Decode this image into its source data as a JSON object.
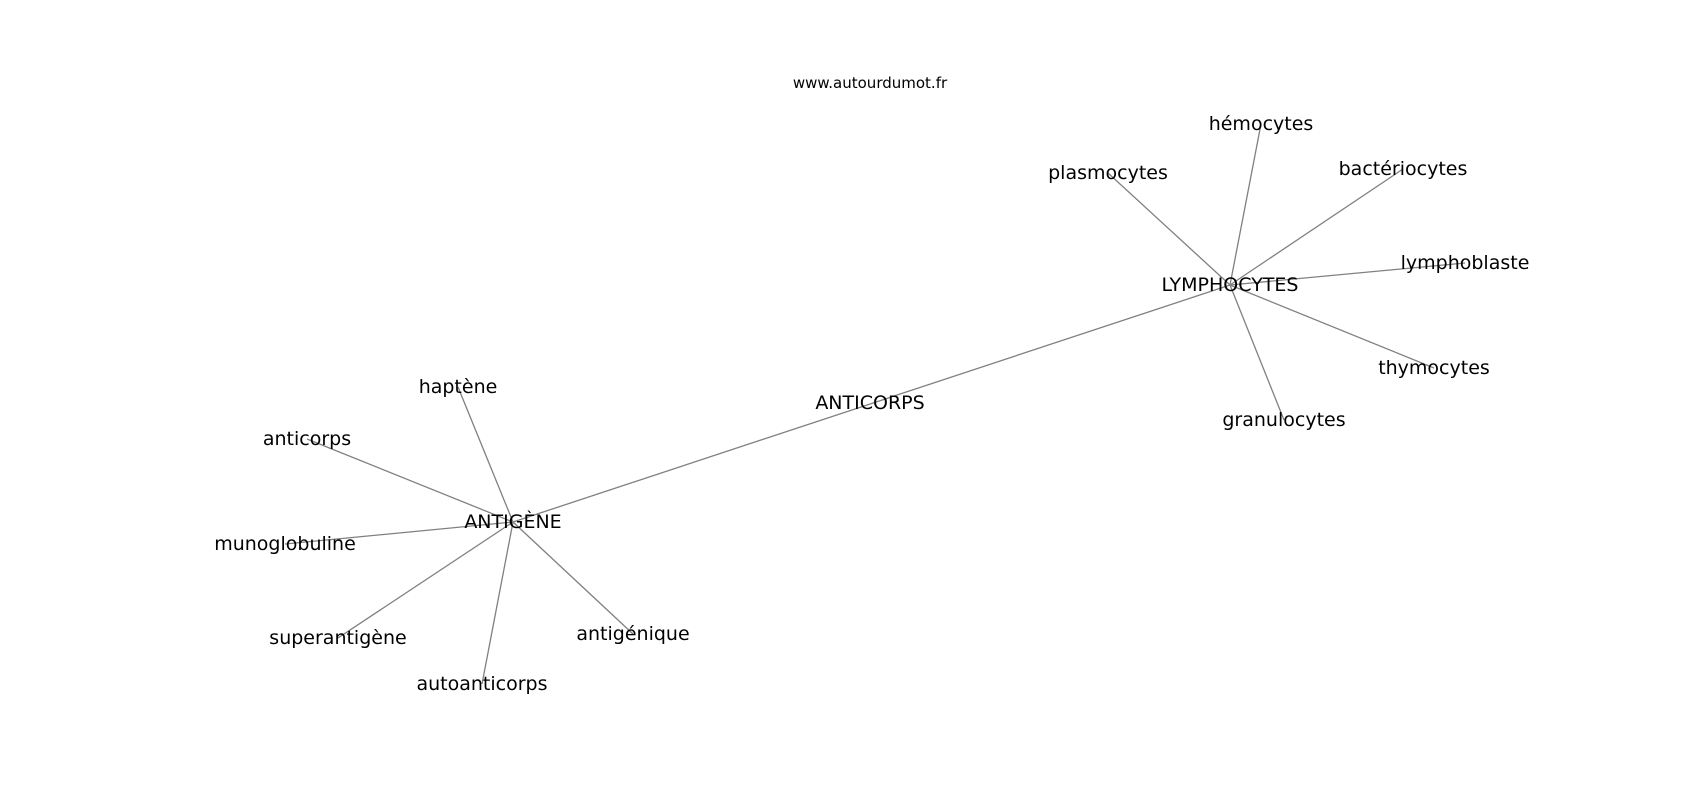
{
  "watermark": "www.autourdumot.fr",
  "colors": {
    "edge": "#808080",
    "text": "#000000",
    "background": "#ffffff"
  },
  "nodes": [
    {
      "id": "anticorps-center",
      "label": "ANTICORPS"
    },
    {
      "id": "lymphocytes",
      "label": "LYMPHOCYTES"
    },
    {
      "id": "antigene",
      "label": "ANTIGÈNE"
    },
    {
      "id": "hemocytes",
      "label": "hémocytes"
    },
    {
      "id": "plasmocytes",
      "label": "plasmocytes"
    },
    {
      "id": "bacteriocytes",
      "label": "bactériocytes"
    },
    {
      "id": "lymphoblaste",
      "label": "lymphoblaste"
    },
    {
      "id": "thymocytes",
      "label": "thymocytes"
    },
    {
      "id": "granulocytes",
      "label": "granulocytes"
    },
    {
      "id": "haptene",
      "label": "haptène"
    },
    {
      "id": "anticorps",
      "label": "anticorps"
    },
    {
      "id": "munoglobuline",
      "label": "munoglobuline"
    },
    {
      "id": "superantigene",
      "label": "superantigène"
    },
    {
      "id": "autoanticorps",
      "label": "autoanticorps"
    },
    {
      "id": "antigenique",
      "label": "antigénique"
    }
  ],
  "edges": [
    [
      "antigene",
      "lymphocytes"
    ],
    [
      "lymphocytes",
      "hemocytes"
    ],
    [
      "lymphocytes",
      "plasmocytes"
    ],
    [
      "lymphocytes",
      "bacteriocytes"
    ],
    [
      "lymphocytes",
      "lymphoblaste"
    ],
    [
      "lymphocytes",
      "thymocytes"
    ],
    [
      "lymphocytes",
      "granulocytes"
    ],
    [
      "antigene",
      "haptene"
    ],
    [
      "antigene",
      "anticorps"
    ],
    [
      "antigene",
      "munoglobuline"
    ],
    [
      "antigene",
      "superantigene"
    ],
    [
      "antigene",
      "autoanticorps"
    ],
    [
      "antigene",
      "antigenique"
    ]
  ]
}
